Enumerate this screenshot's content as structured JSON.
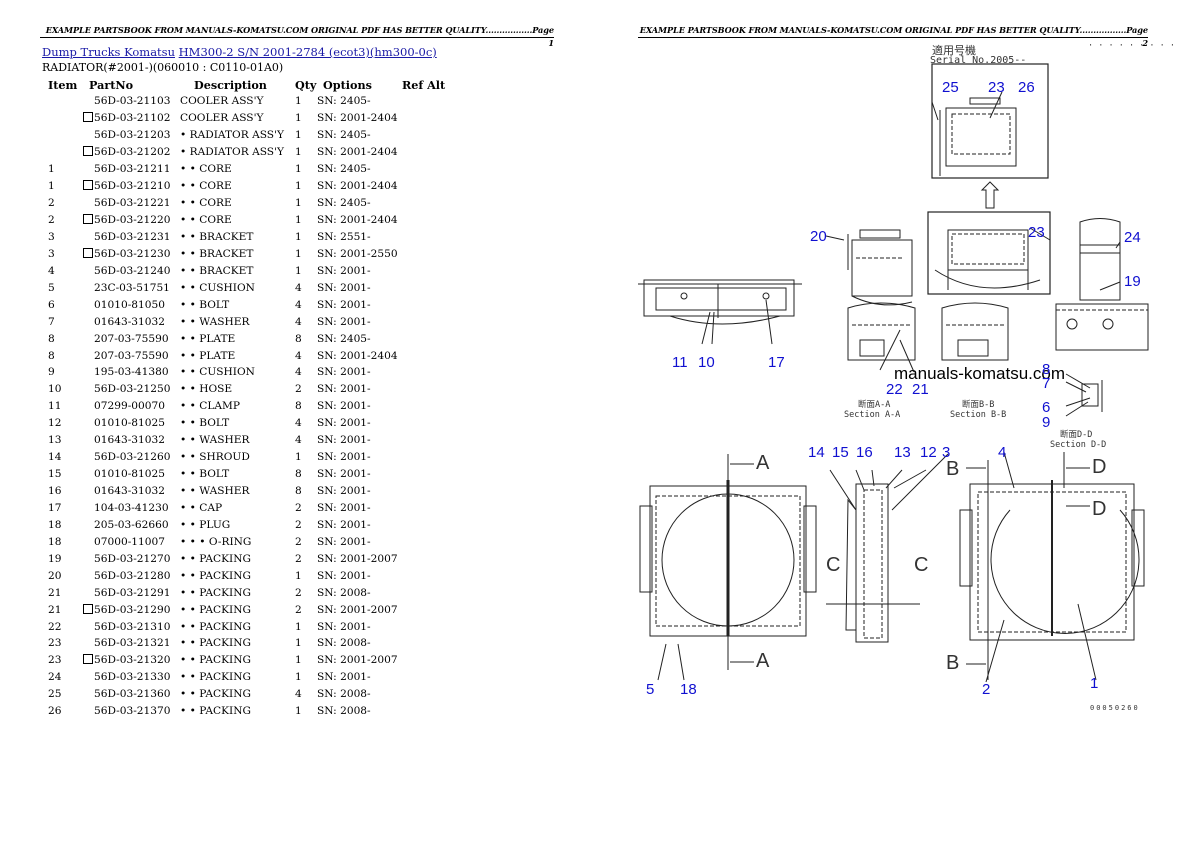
{
  "page1": {
    "header": "EXAMPLE PARTSBOOK FROM MANUALS-KOMATSU.COM ORIGINAL PDF HAS BETTER QUALITY.................Page 1",
    "breadcrumb": {
      "link1": "Dump Trucks Komatsu",
      "link2": "HM300-2 S/N 2001-2784 (ecot3)(hm300-0c)"
    },
    "section_title": "RADIATOR(#2001-)(060010 : C0110-01A0)",
    "columns": [
      "Item",
      "PartNo",
      "Description",
      "Qty",
      "Options",
      "Ref Alt"
    ],
    "rows": [
      {
        "item": "",
        "part": "56D-03-21103",
        "boxed": false,
        "desc": "COOLER ASS'Y",
        "qty": "1",
        "opt": "SN: 2405-"
      },
      {
        "item": "",
        "part": "56D-03-21102",
        "boxed": true,
        "desc": "COOLER ASS'Y",
        "qty": "1",
        "opt": "SN: 2001-2404"
      },
      {
        "item": "",
        "part": "56D-03-21203",
        "boxed": false,
        "desc": "• RADIATOR ASS'Y",
        "qty": "1",
        "opt": "SN: 2405-"
      },
      {
        "item": "",
        "part": "56D-03-21202",
        "boxed": true,
        "desc": "• RADIATOR ASS'Y",
        "qty": "1",
        "opt": "SN: 2001-2404"
      },
      {
        "item": "1",
        "part": "56D-03-21211",
        "boxed": false,
        "desc": "• • CORE",
        "qty": "1",
        "opt": "SN: 2405-"
      },
      {
        "item": "1",
        "part": "56D-03-21210",
        "boxed": true,
        "desc": "• • CORE",
        "qty": "1",
        "opt": "SN: 2001-2404"
      },
      {
        "item": "2",
        "part": "56D-03-21221",
        "boxed": false,
        "desc": "• • CORE",
        "qty": "1",
        "opt": "SN: 2405-"
      },
      {
        "item": "2",
        "part": "56D-03-21220",
        "boxed": true,
        "desc": "• • CORE",
        "qty": "1",
        "opt": "SN: 2001-2404"
      },
      {
        "item": "3",
        "part": "56D-03-21231",
        "boxed": false,
        "desc": "• • BRACKET",
        "qty": "1",
        "opt": "SN: 2551-"
      },
      {
        "item": "3",
        "part": "56D-03-21230",
        "boxed": true,
        "desc": "• • BRACKET",
        "qty": "1",
        "opt": "SN: 2001-2550"
      },
      {
        "item": "4",
        "part": "56D-03-21240",
        "boxed": false,
        "desc": "• • BRACKET",
        "qty": "1",
        "opt": "SN: 2001-"
      },
      {
        "item": "5",
        "part": "23C-03-51751",
        "boxed": false,
        "desc": "• • CUSHION",
        "qty": "4",
        "opt": "SN: 2001-"
      },
      {
        "item": "6",
        "part": "01010-81050",
        "boxed": false,
        "desc": "• • BOLT",
        "qty": "4",
        "opt": "SN: 2001-"
      },
      {
        "item": "7",
        "part": "01643-31032",
        "boxed": false,
        "desc": "• • WASHER",
        "qty": "4",
        "opt": "SN: 2001-"
      },
      {
        "item": "8",
        "part": "207-03-75590",
        "boxed": false,
        "desc": "• • PLATE",
        "qty": "8",
        "opt": "SN: 2405-"
      },
      {
        "item": "8",
        "part": "207-03-75590",
        "boxed": false,
        "desc": "• • PLATE",
        "qty": "4",
        "opt": "SN: 2001-2404"
      },
      {
        "item": "9",
        "part": "195-03-41380",
        "boxed": false,
        "desc": "• • CUSHION",
        "qty": "4",
        "opt": "SN: 2001-"
      },
      {
        "item": "10",
        "part": "56D-03-21250",
        "boxed": false,
        "desc": "• • HOSE",
        "qty": "2",
        "opt": "SN: 2001-"
      },
      {
        "item": "11",
        "part": "07299-00070",
        "boxed": false,
        "desc": "• • CLAMP",
        "qty": "8",
        "opt": "SN: 2001-"
      },
      {
        "item": "12",
        "part": "01010-81025",
        "boxed": false,
        "desc": "• • BOLT",
        "qty": "4",
        "opt": "SN: 2001-"
      },
      {
        "item": "13",
        "part": "01643-31032",
        "boxed": false,
        "desc": "• • WASHER",
        "qty": "4",
        "opt": "SN: 2001-"
      },
      {
        "item": "14",
        "part": "56D-03-21260",
        "boxed": false,
        "desc": "• • SHROUD",
        "qty": "1",
        "opt": "SN: 2001-"
      },
      {
        "item": "15",
        "part": "01010-81025",
        "boxed": false,
        "desc": "• • BOLT",
        "qty": "8",
        "opt": "SN: 2001-"
      },
      {
        "item": "16",
        "part": "01643-31032",
        "boxed": false,
        "desc": "• • WASHER",
        "qty": "8",
        "opt": "SN: 2001-"
      },
      {
        "item": "17",
        "part": "104-03-41230",
        "boxed": false,
        "desc": "• • CAP",
        "qty": "2",
        "opt": "SN: 2001-"
      },
      {
        "item": "18",
        "part": "205-03-62660",
        "boxed": false,
        "desc": "• • PLUG",
        "qty": "2",
        "opt": "SN: 2001-"
      },
      {
        "item": "18",
        "part": "07000-11007",
        "boxed": false,
        "desc": "• • • O-RING",
        "qty": "2",
        "opt": "SN: 2001-"
      },
      {
        "item": "19",
        "part": "56D-03-21270",
        "boxed": false,
        "desc": "• • PACKING",
        "qty": "2",
        "opt": "SN: 2001-2007"
      },
      {
        "item": "20",
        "part": "56D-03-21280",
        "boxed": false,
        "desc": "• • PACKING",
        "qty": "1",
        "opt": "SN: 2001-"
      },
      {
        "item": "21",
        "part": "56D-03-21291",
        "boxed": false,
        "desc": "• • PACKING",
        "qty": "2",
        "opt": "SN: 2008-"
      },
      {
        "item": "21",
        "part": "56D-03-21290",
        "boxed": true,
        "desc": "• • PACKING",
        "qty": "2",
        "opt": "SN: 2001-2007"
      },
      {
        "item": "22",
        "part": "56D-03-21310",
        "boxed": false,
        "desc": "• • PACKING",
        "qty": "1",
        "opt": "SN: 2001-"
      },
      {
        "item": "23",
        "part": "56D-03-21321",
        "boxed": false,
        "desc": "• • PACKING",
        "qty": "1",
        "opt": "SN: 2008-"
      },
      {
        "item": "23",
        "part": "56D-03-21320",
        "boxed": true,
        "desc": "• • PACKING",
        "qty": "1",
        "opt": "SN: 2001-2007"
      },
      {
        "item": "24",
        "part": "56D-03-21330",
        "boxed": false,
        "desc": "• • PACKING",
        "qty": "1",
        "opt": "SN: 2001-"
      },
      {
        "item": "25",
        "part": "56D-03-21360",
        "boxed": false,
        "desc": "• • PACKING",
        "qty": "4",
        "opt": "SN: 2008-"
      },
      {
        "item": "26",
        "part": "56D-03-21370",
        "boxed": false,
        "desc": "• • PACKING",
        "qty": "1",
        "opt": "SN: 2008-"
      }
    ]
  },
  "page2": {
    "header": "EXAMPLE PARTSBOOK FROM MANUALS-KOMATSU.COM ORIGINAL PDF HAS BETTER QUALITY.................Page 2",
    "diagram": {
      "serial_jp": "適用号機",
      "serial_label": "Serial No.2005--",
      "watermark": "manuals-komatsu.com",
      "section_aa_jp": "断面A-A",
      "section_aa": "Section A-A",
      "section_bb_jp": "断面B-B",
      "section_bb": "Section B-B",
      "section_dd_jp": "断面D-D",
      "section_dd": "Section D-D",
      "drawing_no": "00050260",
      "dots": "· · · · · · · · ·",
      "callouts": {
        "c25": "25",
        "c23a": "23",
        "c26": "26",
        "c20": "20",
        "c23b": "23",
        "c24": "24",
        "c19": "19",
        "c11": "11",
        "c10": "10",
        "c17": "17",
        "c22": "22",
        "c21": "21",
        "c8": "8",
        "c7": "7",
        "c6": "6",
        "c9": "9",
        "c14": "14",
        "c15": "15",
        "c16": "16",
        "c13": "13",
        "c12": "12",
        "c3": "3",
        "c4": "4",
        "c5": "5",
        "c18": "18",
        "c2": "2",
        "c1": "1"
      },
      "markers": {
        "A": "A",
        "B": "B",
        "C": "C",
        "D": "D"
      },
      "colors": {
        "callout": "#1010d0",
        "link": "#1a1aa6"
      }
    }
  }
}
